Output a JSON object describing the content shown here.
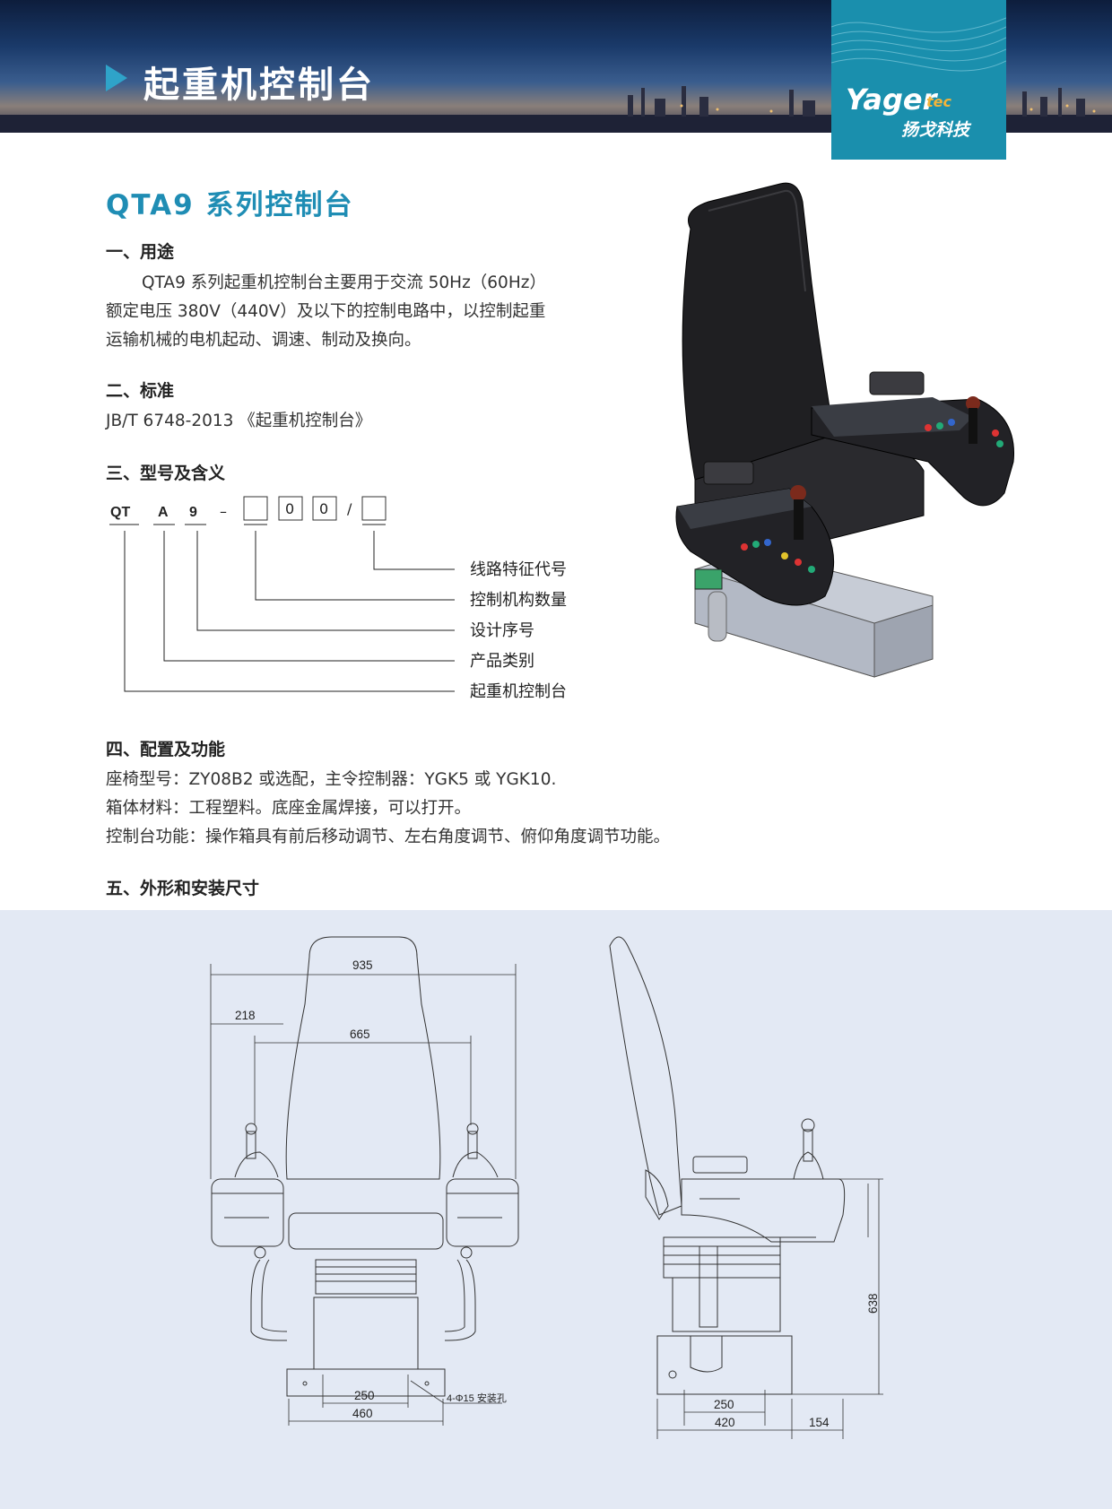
{
  "banner": {
    "title": "起重机控制台",
    "logo_main": "Yager",
    "logo_sub": "tec",
    "logo_cn": "扬戈科技"
  },
  "heading": "QTA9 系列控制台",
  "sections": {
    "s1": {
      "title": "一、用途",
      "lines": [
        "QTA9 系列起重机控制台主要用于交流 50Hz（60Hz）",
        "额定电压 380V（440V）及以下的控制电路中，以控制起重",
        "运输机械的电机起动、调速、制动及换向。"
      ]
    },
    "s2": {
      "title": "二、标准",
      "text": "JB/T 6748-2013 《起重机控制台》"
    },
    "s3": {
      "title": "三、型号及含义",
      "code": {
        "qt": "QT",
        "a": "A",
        "n9": "9",
        "dash": "–",
        "box2": "0",
        "box3": "0",
        "slash": "/"
      },
      "labels": [
        "线路特征代号",
        "控制机构数量",
        "设计序号",
        "产品类别",
        "起重机控制台"
      ]
    },
    "s4": {
      "title": "四、配置及功能",
      "lines": [
        "座椅型号：ZY08B2 或选配，主令控制器：YGK5 或 YGK10.",
        "箱体材料：工程塑料。底座金属焊接，可以打开。",
        "控制台功能：操作箱具有前后移动调节、左右角度调节、俯仰角度调节功能。"
      ]
    },
    "s5": {
      "title": "五、外形和安装尺寸"
    }
  },
  "drawing": {
    "front": {
      "d935": "935",
      "d218": "218",
      "d665": "665",
      "d250": "250",
      "d460": "460",
      "holes": "4-Φ15 安装孔"
    },
    "side": {
      "d638": "638",
      "d250": "250",
      "d420": "420",
      "d154": "154"
    }
  },
  "colors": {
    "accent": "#1f8db4",
    "logo_bg": "#1a8fad",
    "drawing_bg": "#e3e9f4"
  }
}
